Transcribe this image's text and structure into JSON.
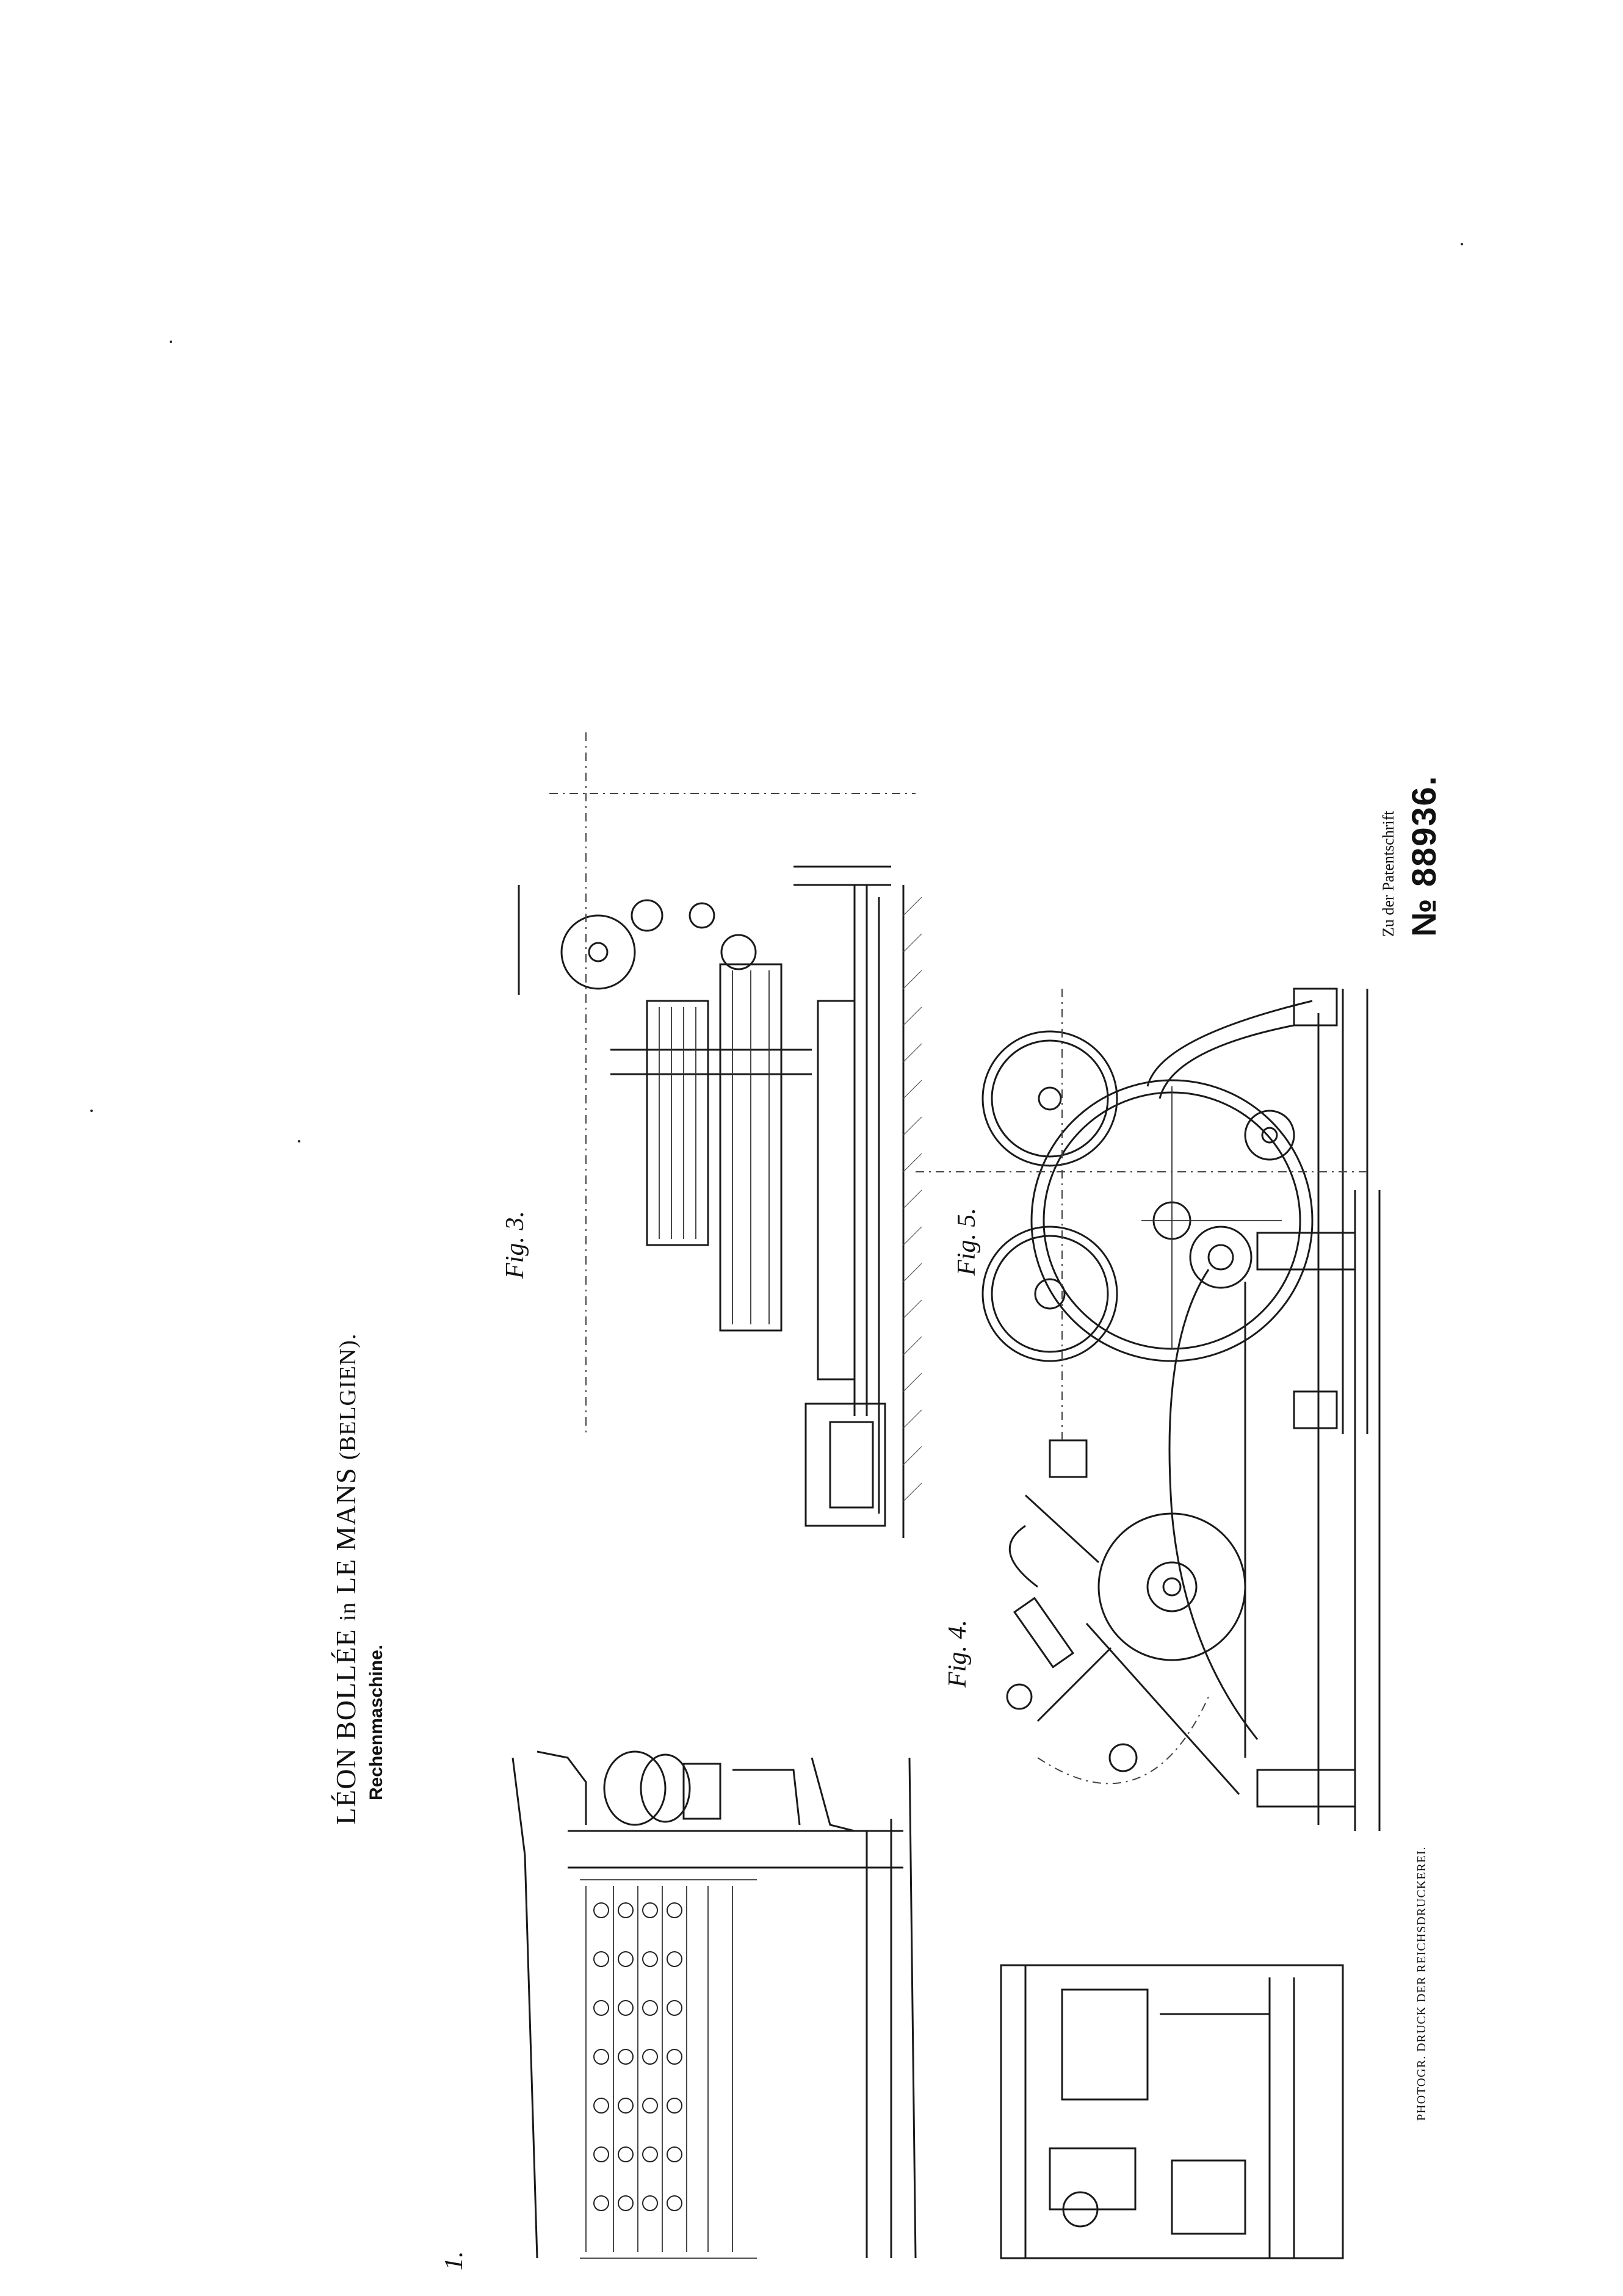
{
  "header": {
    "author_name": "LÉON BOLLÉE",
    "author_in": "in",
    "author_city": "LE MANS",
    "author_country": "(BELGIEN).",
    "subtitle": "Rechenmaschine."
  },
  "patent": {
    "label": "Zu der Patentschrift",
    "number": "№ 88936."
  },
  "figures": {
    "fig1": "1.",
    "fig3": "Fig. 3.",
    "fig4": "Fig. 4.",
    "fig5": "Fig. 5."
  },
  "footer": {
    "printer": "PHOTOGR. DRUCK DER REICHSDRUCKEREI."
  }
}
